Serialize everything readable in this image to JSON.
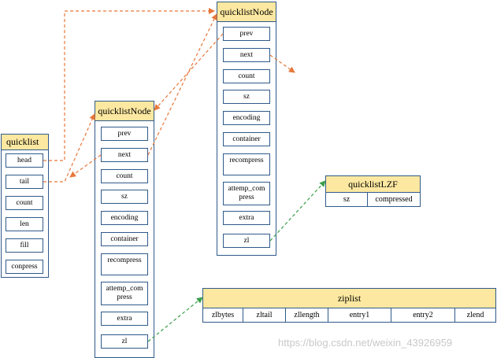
{
  "quicklist": {
    "title": "quicklist",
    "fields": [
      "head",
      "tail",
      "count",
      "len",
      "fill",
      "conpress"
    ]
  },
  "node1": {
    "title": "quicklistNode",
    "fields": [
      "prev",
      "next",
      "count",
      "sz",
      "encoding",
      "container",
      "recompress",
      "attemp_com press",
      "extra",
      "zl"
    ]
  },
  "node2": {
    "title": "quicklistNode",
    "fields": [
      "prev",
      "next",
      "count",
      "sz",
      "encoding",
      "container",
      "recompress",
      "attemp_com press",
      "extra",
      "zl"
    ]
  },
  "lzf": {
    "title": "quicklistLZF",
    "fields": [
      "sz",
      "compressed"
    ]
  },
  "ziplist": {
    "title": "ziplist",
    "fields": [
      "zlbytes",
      "zltail",
      "zllength",
      "entry1",
      "entry2",
      "zlend"
    ]
  },
  "watermark": "https://blog.csdn.net/weixin_43926959",
  "colors": {
    "header_fill": "#fce8a0",
    "border": "#2f5a8a",
    "orange_arrow": "#e8773a",
    "green_arrow": "#3aa04a"
  }
}
